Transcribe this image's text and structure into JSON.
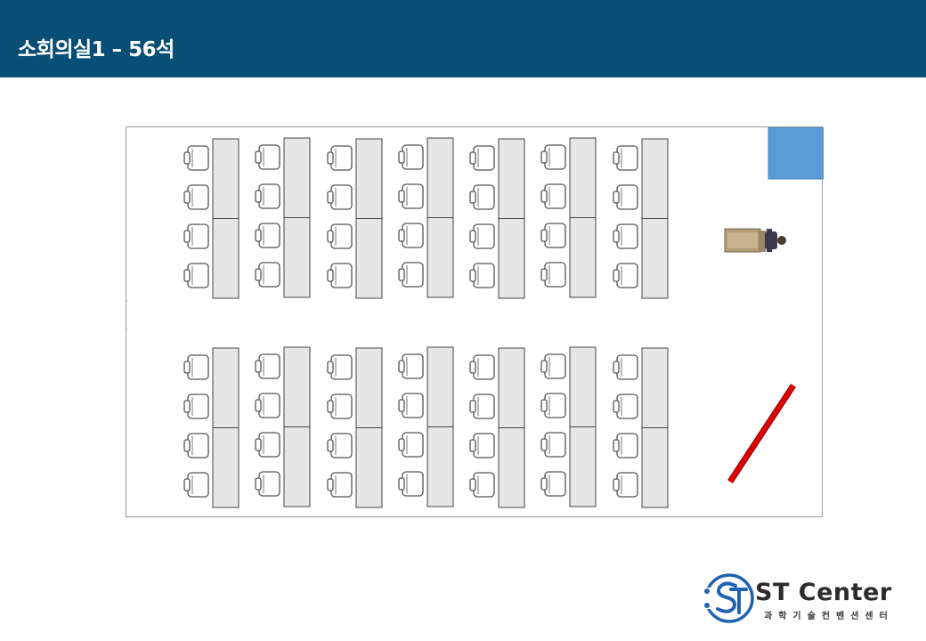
{
  "header": {
    "title": "소회의실1 –  56석",
    "background_color": "#084e76",
    "text_color": "#ffffff"
  },
  "floorplan": {
    "seat_count": 56,
    "table_columns": 7,
    "table_blocks": 2,
    "chairs_per_column_per_block": 4,
    "elements": [
      "chair-icon",
      "table",
      "door-icon",
      "podium-with-speaker-icon",
      "screen-icon",
      "corner-box"
    ],
    "colors": {
      "corner_box": "#5b9bd5",
      "screen": "#e00000",
      "table_fill": "#e6e6e6",
      "chair_stroke": "#555555"
    }
  },
  "logo": {
    "main_text": "ST Center",
    "sub_text": "과학기술컨벤션센터",
    "icon": "st-logo-icon",
    "brand_color": "#1f63b0"
  }
}
